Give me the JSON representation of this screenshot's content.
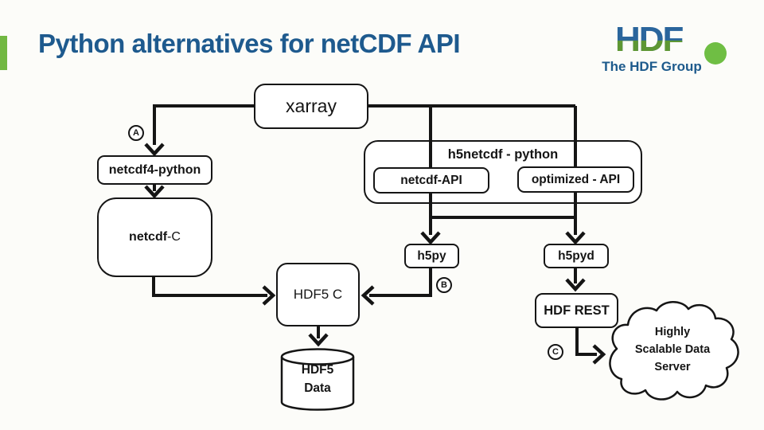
{
  "title": "Python alternatives for netCDF API",
  "logo": {
    "letters": "HDF",
    "caption": "The HDF Group"
  },
  "colors": {
    "title_blue": "#1e5a8e",
    "accent_green": "#72b843",
    "logo_blue": "#2a659c",
    "logo_green": "#5e9733",
    "dot_green": "#6fbe44",
    "ink": "#151515",
    "background": "#fcfcf9"
  },
  "nodes": {
    "xarray": "xarray",
    "netcdf4_python": "netcdf4-python",
    "netcdf_c_bold": "netcdf",
    "netcdf_c_rest": "-C",
    "h5netcdf_container": "h5netcdf - python",
    "netcdf_api": "netcdf-API",
    "optimized_api": "optimized - API",
    "h5py": "h5py",
    "h5pyd": "h5pyd",
    "hdf5_c": "HDF5 C",
    "hdf_rest": "HDF REST",
    "hdf5_data_line1": "HDF5",
    "hdf5_data_line2": "Data",
    "cloud_lines": [
      "Highly",
      "Scalable Data",
      "Server"
    ]
  },
  "annotations": {
    "a": "A",
    "b": "B",
    "c": "C"
  }
}
